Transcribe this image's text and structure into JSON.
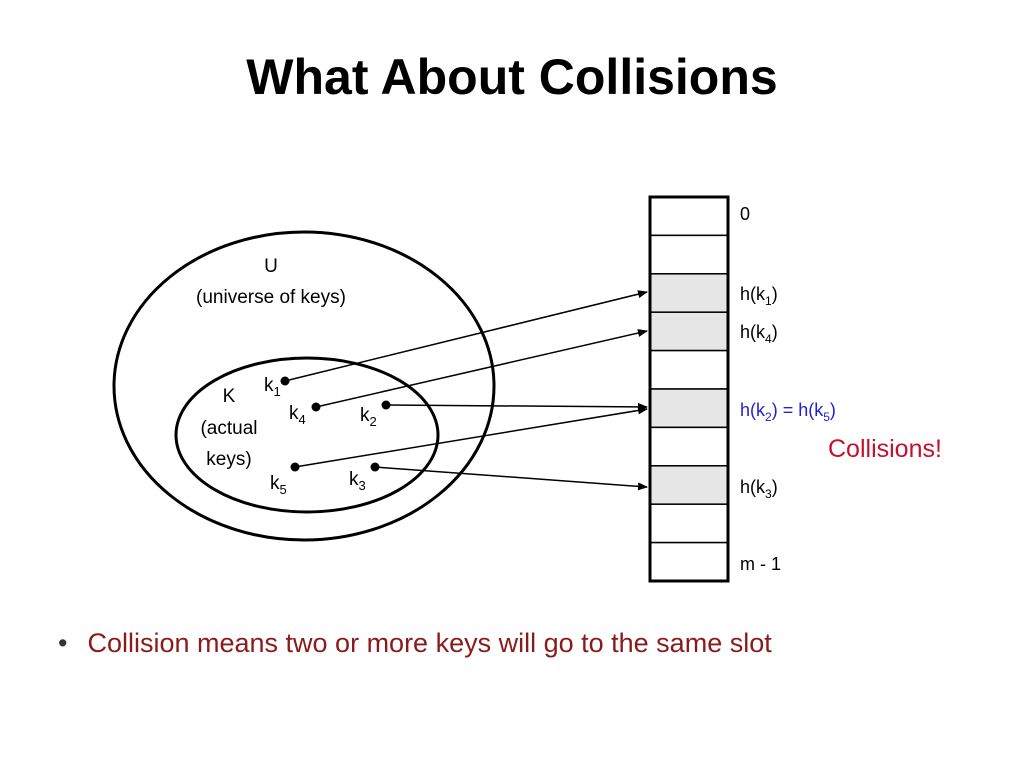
{
  "title": "What About Collisions",
  "universe": {
    "name": "U",
    "desc": "(universe of keys)"
  },
  "keyset": {
    "name": "K",
    "line2": "(actual",
    "line3": "keys)"
  },
  "keys": [
    {
      "id": "k1",
      "base": "k",
      "sub": "1"
    },
    {
      "id": "k4",
      "base": "k",
      "sub": "4"
    },
    {
      "id": "k2",
      "base": "k",
      "sub": "2"
    },
    {
      "id": "k5",
      "base": "k",
      "sub": "5"
    },
    {
      "id": "k3",
      "base": "k",
      "sub": "3"
    }
  ],
  "table": {
    "slot_count": 10,
    "shaded_slots": [
      2,
      3,
      5,
      7
    ],
    "shade_color": "#e6e6e6",
    "labels": {
      "top": "0",
      "hk1": {
        "pre": "h(k",
        "sub": "1",
        "post": ")"
      },
      "hk4": {
        "pre": "h(k",
        "sub": "4",
        "post": ")"
      },
      "hk2k5": {
        "pre1": "h(k",
        "sub1": "2",
        "mid": ") = h(k",
        "sub2": "5",
        "post": ")"
      },
      "hk3": {
        "pre": "h(k",
        "sub": "3",
        "post": ")"
      },
      "bottom": "m - 1"
    }
  },
  "collision_note": "Collisions!",
  "bullet": "Collision means two or more keys will go to the same slot",
  "colors": {
    "collision_label": "#1f1fd6",
    "collision_note": "#c8102e",
    "bullet_text": "#8b1a1a"
  }
}
